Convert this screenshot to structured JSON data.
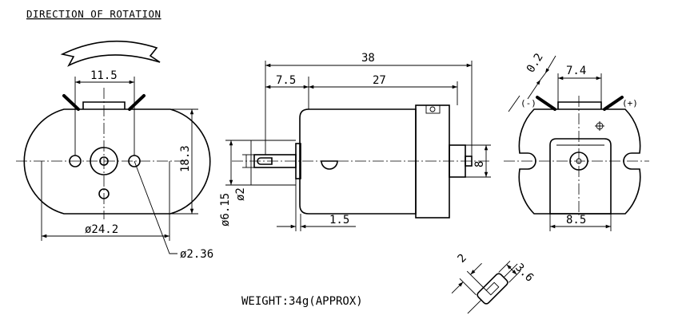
{
  "header": {
    "title": "DIRECTION OF ROTATION"
  },
  "front_view": {
    "dim_hole_spacing": "11.5",
    "dim_height": "18.3",
    "dim_diameter": "ø24.2",
    "dim_hole_dia": "ø2.36"
  },
  "side_view": {
    "dim_total_length": "38",
    "dim_shaft_length": "7.5",
    "dim_body_length": "27",
    "dim_boss_dia": "ø6.15",
    "dim_shaft_dia": "ø2",
    "dim_flange": "1.5",
    "dim_rear_boss": "8"
  },
  "rear_view": {
    "dim_clearance": "0.2",
    "dim_terminal_spacing": "7.4",
    "terminal_negative": "(-)",
    "terminal_positive": "(+)",
    "dim_rear_width": "8.5"
  },
  "terminal_detail": {
    "dim_width": "2",
    "dim_length": "3.6"
  },
  "footer": {
    "weight": "WEIGHT:34g(APPROX)"
  }
}
